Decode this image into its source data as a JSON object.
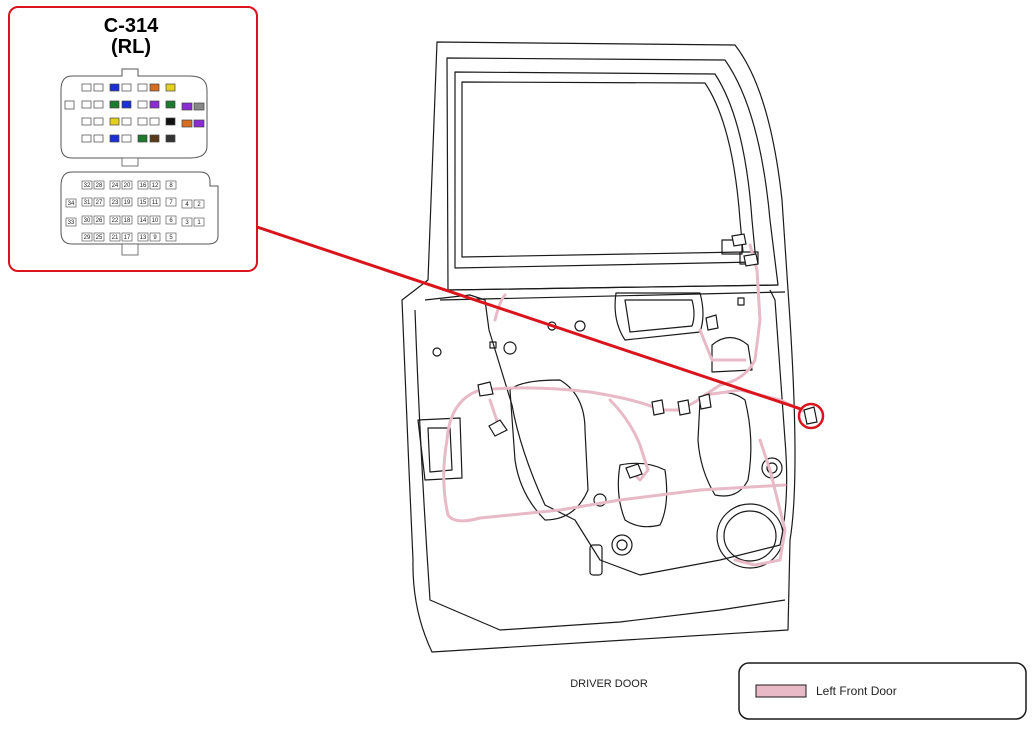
{
  "connector": {
    "id": "C-314",
    "position": "(RL)",
    "lower_pin_rows": [
      [
        "32",
        "28",
        "24",
        "20",
        "16",
        "12",
        "8"
      ],
      [
        "34",
        "31",
        "27",
        "23",
        "19",
        "15",
        "11",
        "7",
        "4",
        "2"
      ],
      [
        "33",
        "30",
        "26",
        "22",
        "18",
        "14",
        "10",
        "6",
        "3",
        "1"
      ],
      [
        "29",
        "25",
        "21",
        "17",
        "13",
        "9",
        "5"
      ]
    ]
  },
  "door": {
    "label": "DRIVER DOOR"
  },
  "legend": {
    "items": [
      {
        "label": "Left Front Door",
        "color": "#e8b9c6"
      }
    ]
  },
  "colors": {
    "callout": "#d9141c",
    "harness": "#e8b9c6",
    "outline": "#1a1a1a"
  }
}
